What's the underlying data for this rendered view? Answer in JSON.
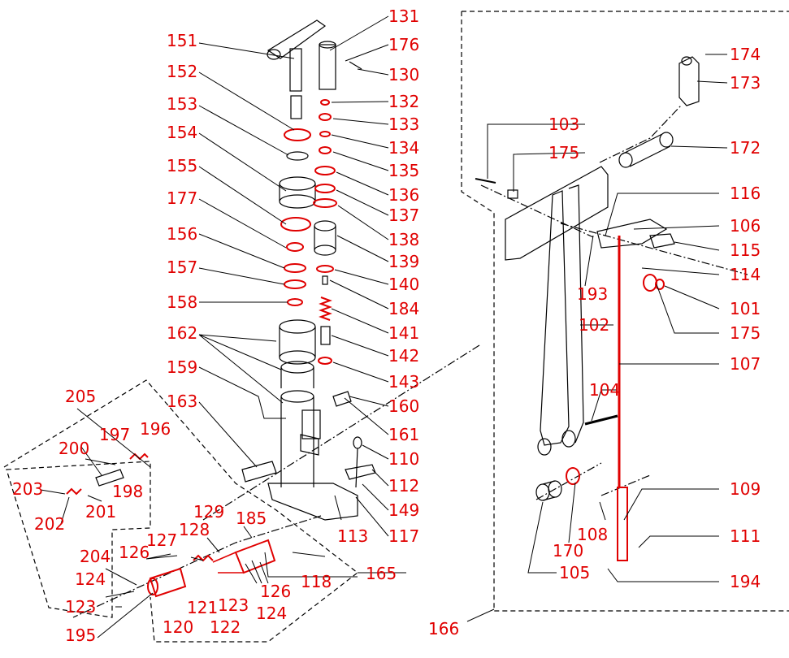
{
  "colors": {
    "label": "#e00000",
    "line": "#000000",
    "highlight": "#e00000",
    "background": "#ffffff"
  },
  "parts": {
    "p101": "101",
    "p102": "102",
    "p103": "103",
    "p104": "104",
    "p105": "105",
    "p106": "106",
    "p107": "107",
    "p108": "108",
    "p109": "109",
    "p110": "110",
    "p111": "111",
    "p112": "112",
    "p113": "113",
    "p114": "114",
    "p115": "115",
    "p116": "116",
    "p117": "117",
    "p118": "118",
    "p120": "120",
    "p121": "121",
    "p122": "122",
    "p123": "123",
    "p124": "124",
    "p126": "126",
    "p127": "127",
    "p128": "128",
    "p129": "129",
    "p130": "130",
    "p131": "131",
    "p132": "132",
    "p133": "133",
    "p134": "134",
    "p135": "135",
    "p136": "136",
    "p137": "137",
    "p138": "138",
    "p139": "139",
    "p140": "140",
    "p141": "141",
    "p142": "142",
    "p143": "143",
    "p149": "149",
    "p151": "151",
    "p152": "152",
    "p153": "153",
    "p154": "154",
    "p155": "155",
    "p156": "156",
    "p157": "157",
    "p158": "158",
    "p159": "159",
    "p160": "160",
    "p161": "161",
    "p162": "162",
    "p163": "163",
    "p165": "165",
    "p166": "166",
    "p170": "170",
    "p172": "172",
    "p173": "173",
    "p174": "174",
    "p175": "175",
    "p176": "176",
    "p177": "177",
    "p184": "184",
    "p185": "185",
    "p193": "193",
    "p194": "194",
    "p195": "195",
    "p196": "196",
    "p197": "197",
    "p198": "198",
    "p200": "200",
    "p201": "201",
    "p202": "202",
    "p203": "203",
    "p204": "204",
    "p205": "205"
  }
}
